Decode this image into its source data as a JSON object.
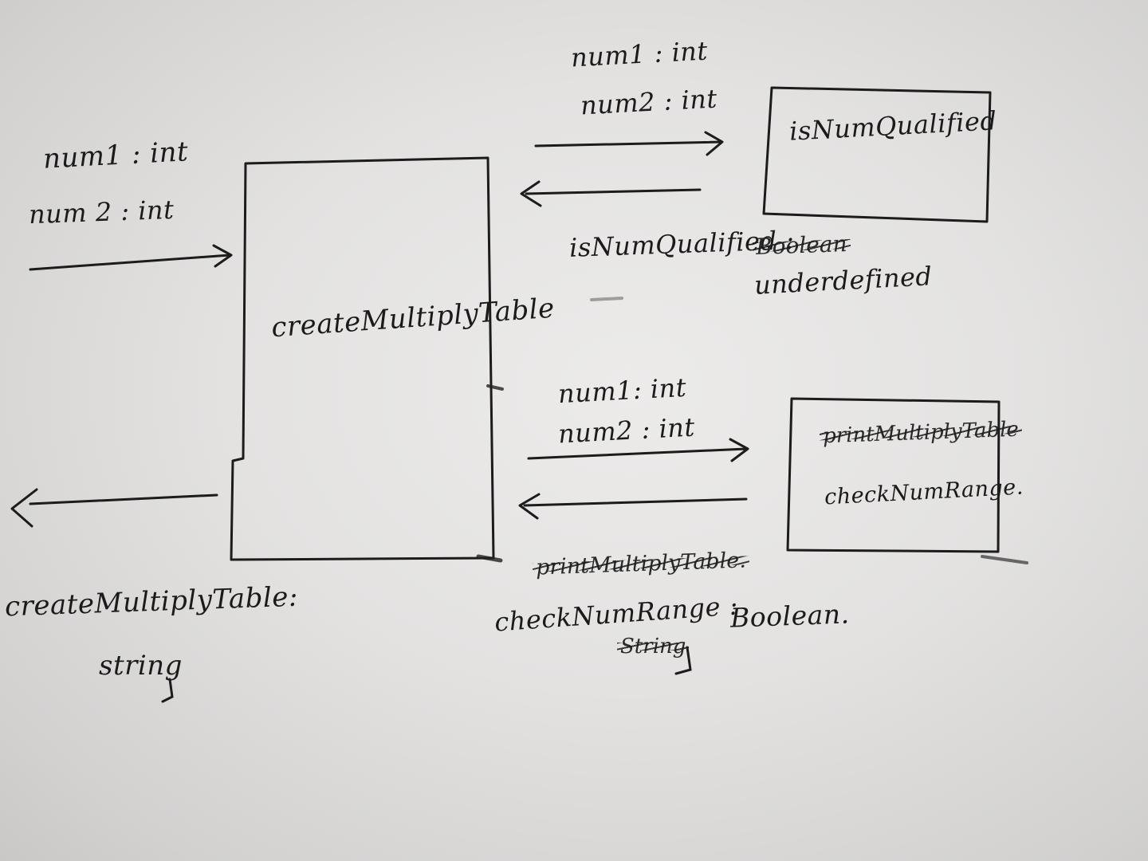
{
  "main_function": {
    "name": "createMultiplyTable",
    "inputs": [
      "num1 : int",
      "num 2 : int"
    ],
    "return_label": "createMultiplyTable:",
    "return_type": "string"
  },
  "helper_top": {
    "name": "isNumQualified",
    "inputs": [
      "num1 : int",
      "num2 : int"
    ],
    "return_label": "isNumQualified :",
    "return_type_struck": "Boolean",
    "return_type": "underdefined"
  },
  "helper_bottom": {
    "name_struck": "printMultiplyTable",
    "name": "checkNumRange.",
    "inputs": [
      "num1: int",
      "num2 : int"
    ],
    "return_label_struck": "printMultiplyTable.",
    "return_label": "checkNumRange :",
    "return_type": "Boolean.",
    "return_type_struck": "String"
  },
  "colors": {
    "paper": "#e6e5e4",
    "ink": "#1b1b1b"
  }
}
